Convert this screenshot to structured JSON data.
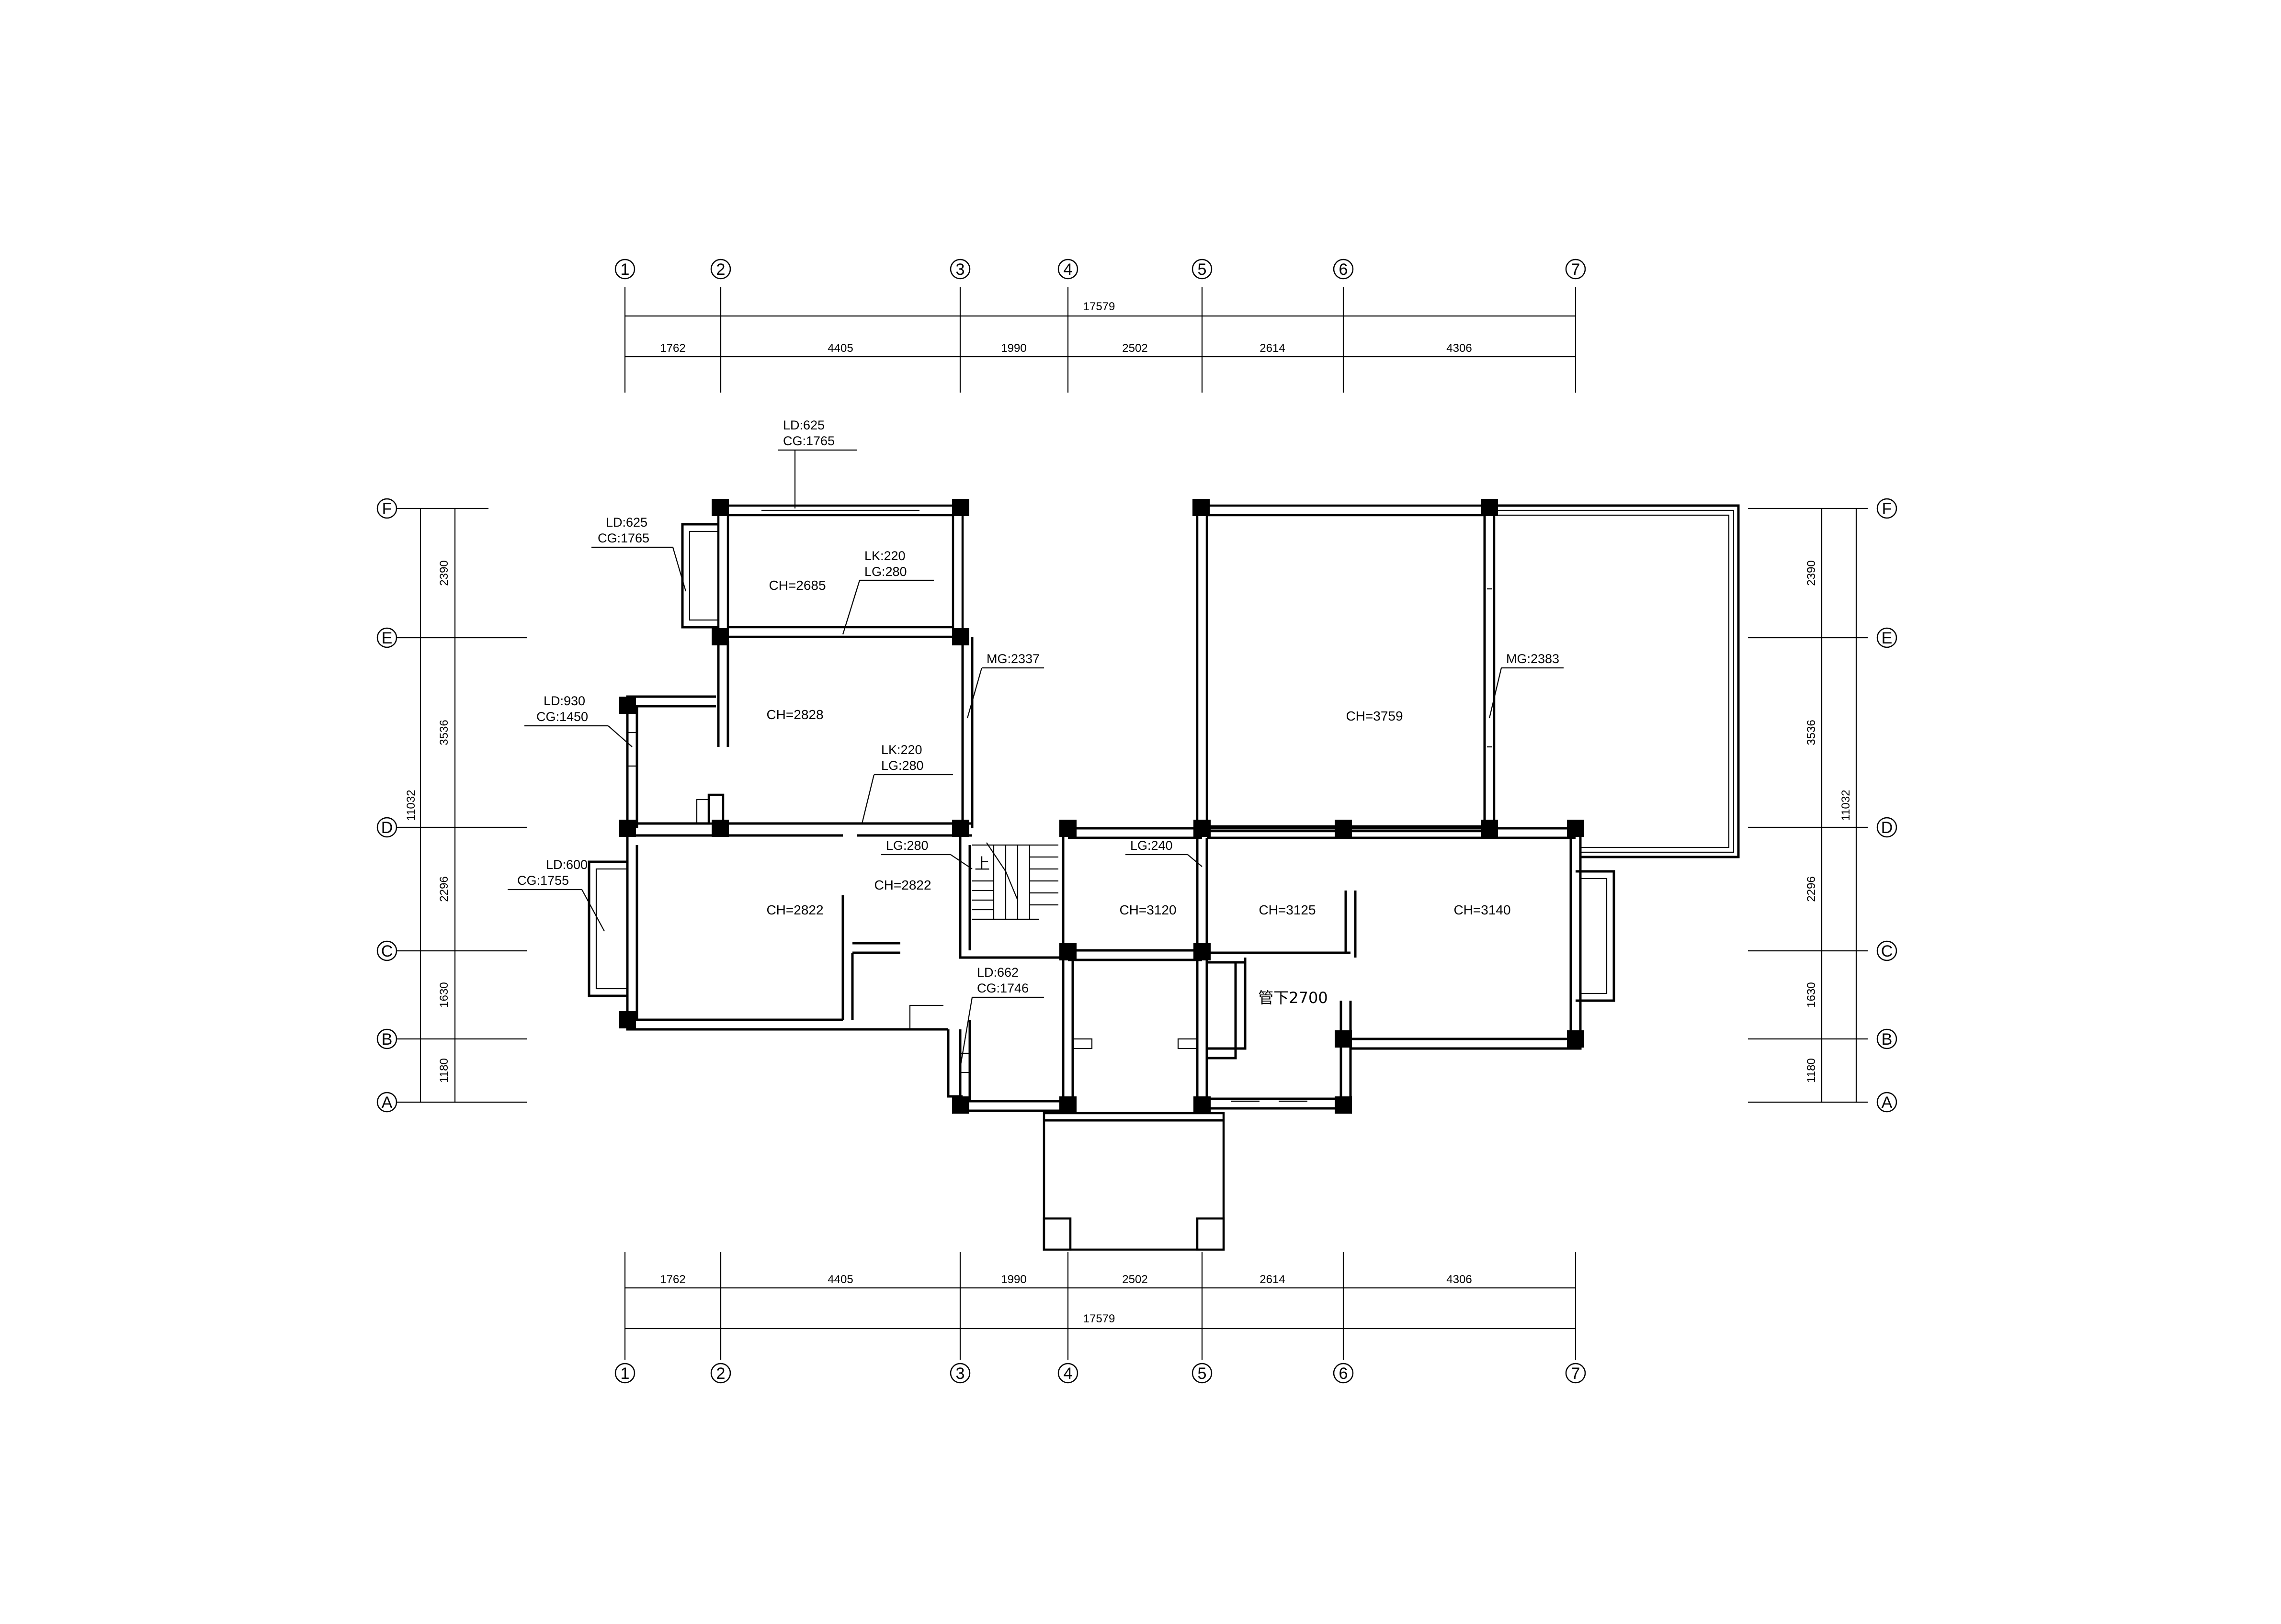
{
  "axes": {
    "columns": [
      "1",
      "2",
      "3",
      "4",
      "5",
      "6",
      "7"
    ],
    "rows": [
      "A",
      "B",
      "C",
      "D",
      "E",
      "F"
    ]
  },
  "dimensions": {
    "overall_horizontal": "17579",
    "horizontal_segments": [
      "1762",
      "4405",
      "1990",
      "2502",
      "2614",
      "4306"
    ],
    "overall_vertical": "11032",
    "vertical_segments": [
      "1180",
      "1630",
      "2296",
      "3536",
      "2390"
    ]
  },
  "rooms": {
    "r1": "CH=2685",
    "r2": "CH=2828",
    "r3": "CH=2822",
    "r4": "CH=2822",
    "r5": "CH=3120",
    "r6": "CH=3125",
    "r7": "CH=3140",
    "r8": "CH=3759",
    "r9": "管下2700"
  },
  "annotations": {
    "a1": [
      "LD:625",
      "CG:1765"
    ],
    "a2": [
      "LD:625",
      "CG:1765"
    ],
    "a3": [
      "LK:220",
      "LG:280"
    ],
    "a4": "MG:2337",
    "a5": [
      "LD:930",
      "CG:1450"
    ],
    "a6": [
      "LK:220",
      "LG:280"
    ],
    "a7": "LG:280",
    "a8": "LG:240",
    "a9": [
      "LD:600",
      "CG:1755"
    ],
    "a10": [
      "LD:662",
      "CG:1746"
    ],
    "a11": "MG:2383",
    "stair_up": "上"
  }
}
